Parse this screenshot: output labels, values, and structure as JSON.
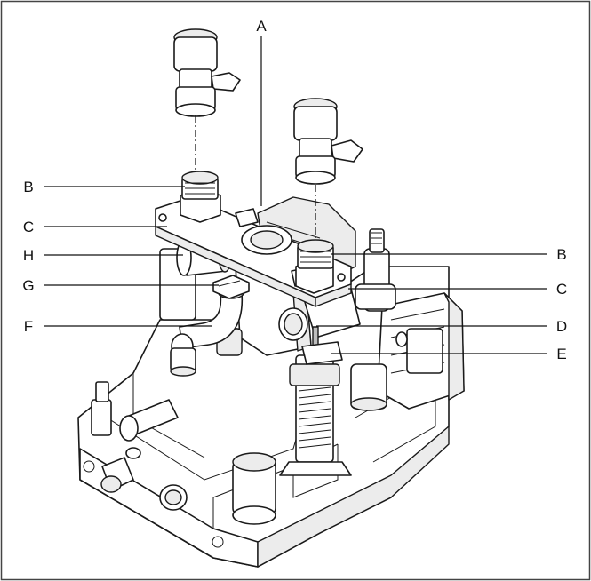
{
  "labels": {
    "A": "A",
    "B_left": "B",
    "C_left": "C",
    "H": "H",
    "G": "G",
    "F": "F",
    "B_right": "B",
    "C_right": "C",
    "D": "D",
    "E": "E"
  },
  "colors": {
    "line": "#1a1a1a",
    "fill": "#ffffff",
    "shade": "#ececec",
    "dark": "#bdbdbd",
    "frame": "#444444"
  }
}
